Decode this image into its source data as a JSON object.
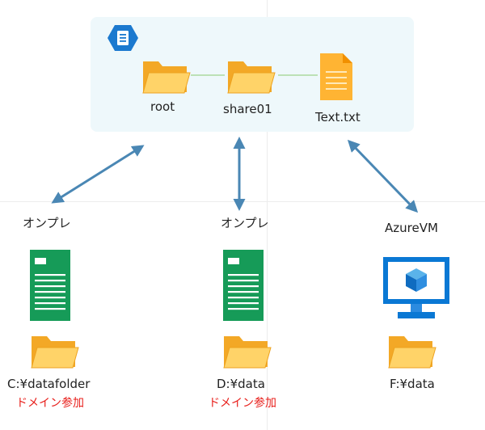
{
  "share": {
    "root_label": "root",
    "share_label": "share01",
    "file_label": "Text.txt"
  },
  "clients": {
    "left": {
      "title": "オンプレ",
      "path": "C:¥datafolder",
      "note": "ドメイン参加"
    },
    "center": {
      "title": "オンプレ",
      "path": "D:¥data",
      "note": "ドメイン参加"
    },
    "right": {
      "title": "AzureVM",
      "path": "F:¥data",
      "note": ""
    }
  },
  "colors": {
    "folder_fill": "#ffc94d",
    "server_green": "#169b58",
    "azure_blue": "#0a78d4",
    "arrow": "#4a87b4",
    "note_red": "#e8201c"
  },
  "icons": [
    "file-share-icon",
    "folder-icon",
    "document-icon",
    "server-icon",
    "vm-monitor-icon"
  ]
}
